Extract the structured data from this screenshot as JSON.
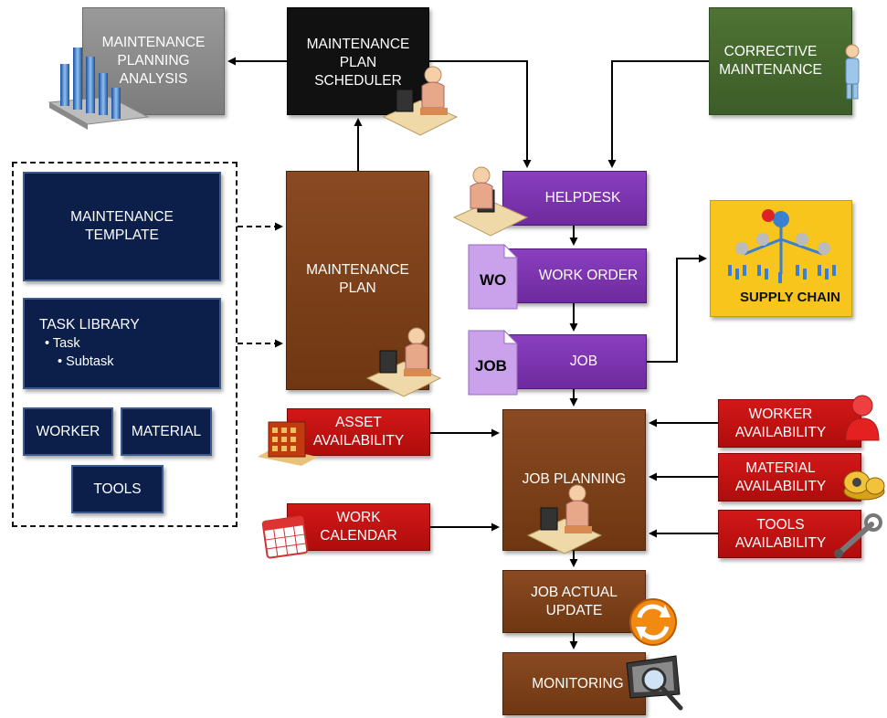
{
  "boxes": {
    "planning_analysis": "MAINTENANCE\nPLANNING\nANALYSIS",
    "plan_scheduler": "MAINTENANCE\nPLAN\nSCHEDULER",
    "corrective": "CORRECTIVE\nMAINTENANCE",
    "maintenance_template": "MAINTENANCE\nTEMPLATE",
    "task_library": {
      "title": "TASK LIBRARY",
      "item1": "• Task",
      "item2": "• Subtask"
    },
    "worker": "WORKER",
    "material": "MATERIAL",
    "tools": "TOOLS",
    "maintenance_plan": "MAINTENANCE\nPLAN",
    "helpdesk": "HELPDESK",
    "work_order": "WORK ORDER",
    "work_order_badge": "WO",
    "job": "JOB",
    "job_badge": "JOB",
    "supply_chain": "SUPPLY CHAIN",
    "asset_availability": "ASSET\nAVAILABILITY",
    "work_calendar": "WORK\nCALENDAR",
    "job_planning": "JOB PLANNING",
    "worker_availability": "WORKER\nAVAILABILITY",
    "material_availability": "MATERIAL\nAVAILABILITY",
    "tools_availability": "TOOLS\nAVAILABILITY",
    "job_actual_update": "JOB ACTUAL\nUPDATE",
    "monitoring": "MONITORING"
  },
  "colors": {
    "gray": "#8a8a8a",
    "black": "#111111",
    "green": "#456a2e",
    "navy": "#0c1f4a",
    "brown": "#7a3f18",
    "purple": "#7b33ad",
    "red": "#c41212",
    "yellow": "#f7c51c"
  },
  "icons": [
    "bar-chart-icon",
    "worker-at-desk-icon",
    "person-icon",
    "document-icon",
    "supply-network-icon",
    "building-icon",
    "calendar-icon",
    "medal-icon",
    "wrench-icon",
    "refresh-icon",
    "monitor-magnifier-icon"
  ]
}
